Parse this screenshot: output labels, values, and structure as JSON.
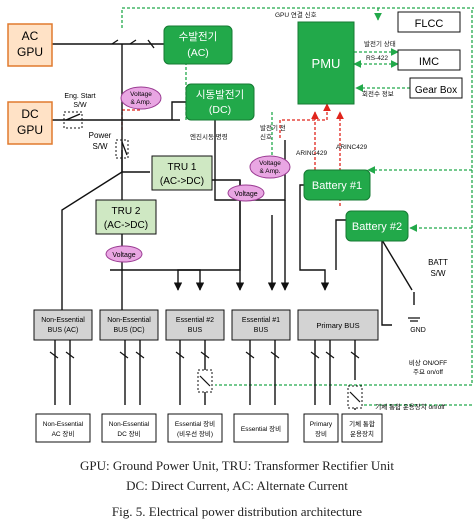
{
  "sources": {
    "ac_gpu": [
      "AC",
      "GPU"
    ],
    "dc_gpu": [
      "DC",
      "GPU"
    ]
  },
  "generators": {
    "ac": [
      "수발전기",
      "(AC)"
    ],
    "dc": [
      "시동발전기",
      "(DC)"
    ]
  },
  "pmu": "PMU",
  "external": [
    "FLCC",
    "IMC",
    "Gear Box"
  ],
  "links": {
    "gpu_signal": "GPU 연결 신호",
    "flcc": "발전기 상태",
    "imc": "RS-422",
    "gear_box": "회전수 정보",
    "arinc_a": "ARINC429",
    "arinc_b": "ARINC429",
    "start_cmd": "엔진시동 명령",
    "gen_status": [
      "발전기 전",
      "신호"
    ],
    "batt_cmd": [
      "BATT",
      "S/W"
    ],
    "gnd": "GND",
    "essential_relay": [
      "비상 ON/OFF",
      "주요 on/off"
    ],
    "primary_relay": "기체 통합 운용장치 on/off"
  },
  "switches": {
    "eng_start": [
      "Eng. Start",
      "S/W"
    ],
    "power": [
      "Power",
      "S/W"
    ]
  },
  "converters": {
    "tru1": [
      "TRU 1",
      "(AC->DC)"
    ],
    "tru2": [
      "TRU 2",
      "(AC->DC)"
    ]
  },
  "sensors": {
    "va1": [
      "Voltage",
      "& Amp."
    ],
    "va2": [
      "Voltage",
      "& Amp."
    ],
    "voltage1": "Voltage",
    "voltage2": "Voltage"
  },
  "batteries": [
    "Battery #1",
    "Battery #2"
  ],
  "buses": [
    [
      "Non-Essential",
      "BUS (AC)"
    ],
    [
      "Non-Essential",
      "BUS (DC)"
    ],
    [
      "Essential #2",
      "BUS"
    ],
    [
      "Essential #1",
      "BUS"
    ],
    [
      "Primary BUS"
    ]
  ],
  "loads": [
    [
      "Non-Essential",
      "AC 장비"
    ],
    [
      "Non-Essential",
      "DC 장비"
    ],
    [
      "Essential 장비",
      "(비우선 장비)"
    ],
    [
      "Essential 장비"
    ],
    [
      "Primary",
      "장비"
    ],
    [
      "기체 통합",
      "운용장치"
    ]
  ],
  "caption": {
    "line1": "GPU: Ground Power Unit,   TRU: Transformer Rectifier Unit",
    "line2": "DC: Direct Current,   AC: Alternate Current",
    "figure": "Fig. 5. Electrical power distribution architecture"
  },
  "colors": {
    "source_fill": "#ffe2c6",
    "source_stroke": "#e07a2e",
    "gen_fill": "#22a94a",
    "gen_text": "#ffffff",
    "pmu_fill": "#22a94a",
    "sensor_fill": "#e9a6e3",
    "tru_fill": "#cfe8c3",
    "bus_fill": "#d3d3d3",
    "signal_green": "#22a94a",
    "signal_red": "#e0241b"
  }
}
